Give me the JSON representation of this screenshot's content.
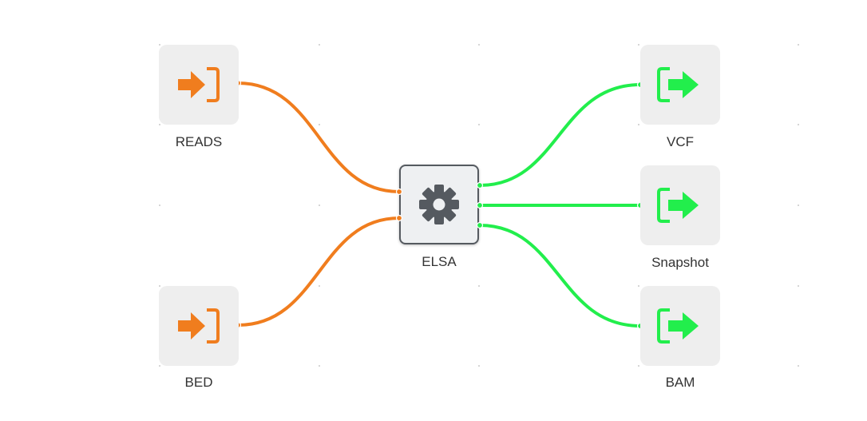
{
  "colors": {
    "input": "#f07d1e",
    "output": "#22ee4c",
    "process_icon": "#555a60"
  },
  "nodes": {
    "reads": {
      "label": "READS",
      "icon": "import-icon"
    },
    "bed": {
      "label": "BED",
      "icon": "import-icon"
    },
    "elsa": {
      "label": "ELSA",
      "icon": "gear-icon"
    },
    "vcf": {
      "label": "VCF",
      "icon": "export-icon"
    },
    "snapshot": {
      "label": "Snapshot",
      "icon": "export-icon"
    },
    "bam": {
      "label": "BAM",
      "icon": "export-icon"
    }
  },
  "edges": [
    {
      "from": "reads",
      "to": "elsa"
    },
    {
      "from": "bed",
      "to": "elsa"
    },
    {
      "from": "elsa",
      "to": "vcf"
    },
    {
      "from": "elsa",
      "to": "snapshot"
    },
    {
      "from": "elsa",
      "to": "bam"
    }
  ]
}
